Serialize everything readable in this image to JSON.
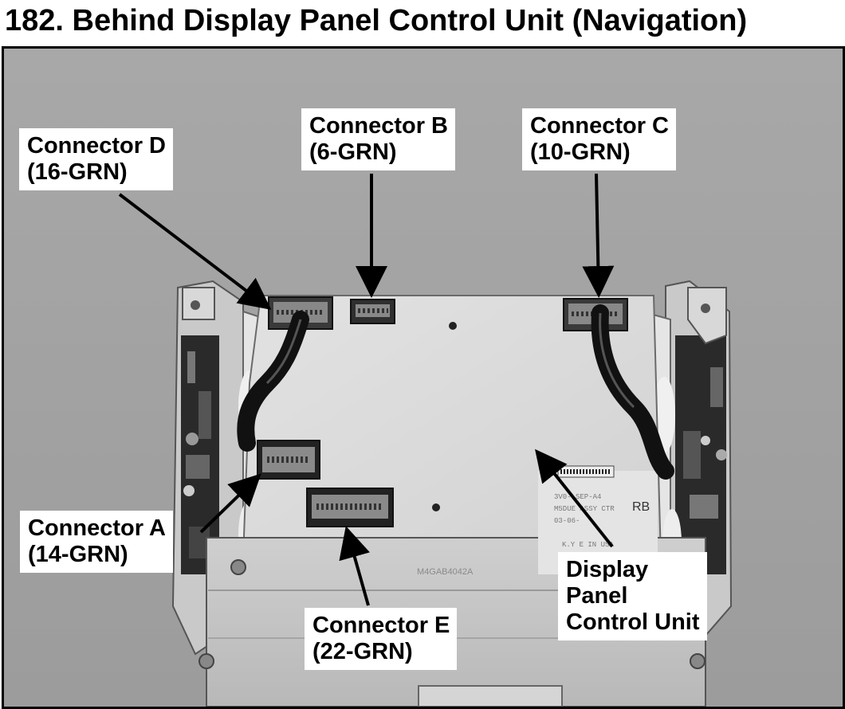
{
  "title": "182. Behind Display Panel Control Unit (Navigation)",
  "callouts": {
    "connector_d": {
      "line1": "Connector D",
      "line2": "(16-GRN)"
    },
    "connector_b": {
      "line1": "Connector B",
      "line2": "(6-GRN)"
    },
    "connector_c": {
      "line1": "Connector C",
      "line2": "(10-GRN)"
    },
    "connector_a": {
      "line1": "Connector A",
      "line2": "(14-GRN)"
    },
    "connector_e": {
      "line1": "Connector E",
      "line2": "(22-GRN)"
    },
    "display_panel": {
      "line1": "Display",
      "line2": "Panel",
      "line3": "Control Unit"
    }
  },
  "photo_labels": {
    "module_mark": "RB"
  },
  "colors": {
    "background_wall": "#a3a3a3",
    "unit_panel": "#dcdcdc",
    "harness": "#111111",
    "arrow": "#000000",
    "callout_fill": "#ffffff"
  }
}
